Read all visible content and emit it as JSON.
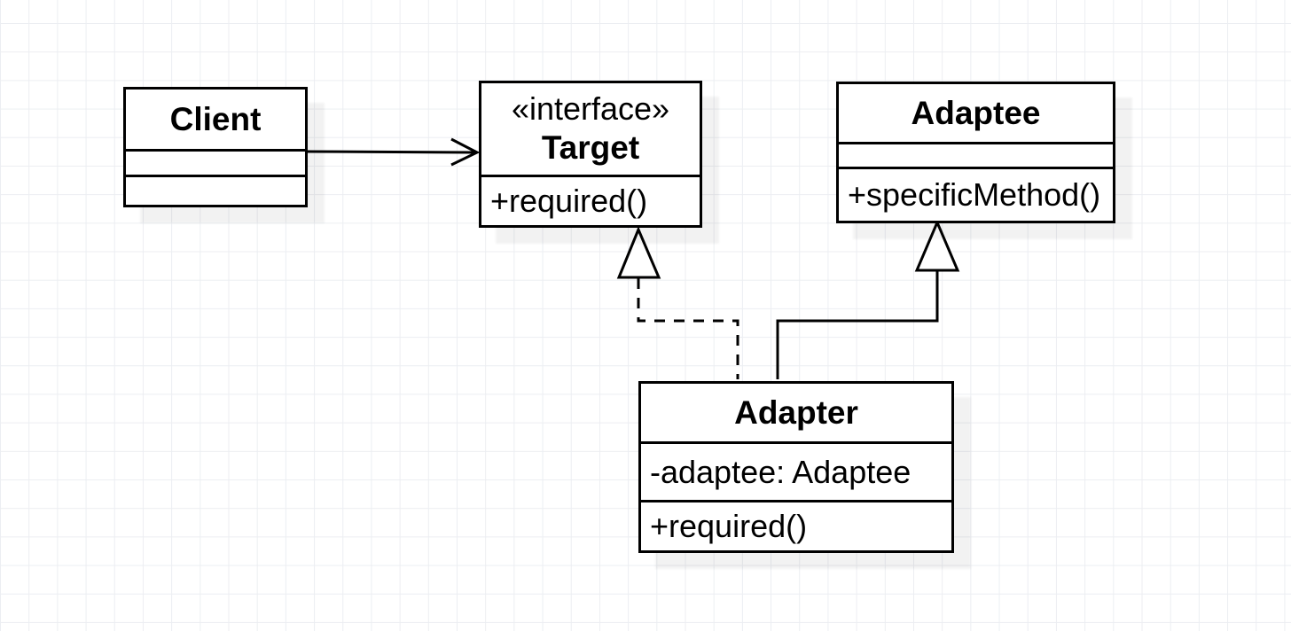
{
  "diagram": {
    "kind": "uml-class-diagram",
    "pattern": "Adapter"
  },
  "canvas": {
    "background_color": "#ffffff",
    "grid_color": "#eceef2",
    "stroke_color": "#000000",
    "shape_fill_color": "#ffffff"
  },
  "classes": {
    "client": {
      "name": "Client",
      "attributes": [],
      "methods": []
    },
    "target": {
      "stereotype": "«interface»",
      "name": "Target",
      "methods": [
        "+required()"
      ]
    },
    "adaptee": {
      "name": "Adaptee",
      "attributes": [],
      "methods": [
        "+specificMethod()"
      ]
    },
    "adapter": {
      "name": "Adapter",
      "attributes": [
        "-adaptee: Adaptee"
      ],
      "methods": [
        "+required()"
      ]
    }
  },
  "edges": [
    {
      "id": "client-to-target",
      "type": "association",
      "from": "Client",
      "to": "Target",
      "line": "solid",
      "arrowhead": "open-arrow"
    },
    {
      "id": "adapter-to-target",
      "type": "realization",
      "from": "Adapter",
      "to": "Target",
      "line": "dashed",
      "arrowhead": "hollow-triangle"
    },
    {
      "id": "adapter-to-adaptee",
      "type": "generalization",
      "from": "Adapter",
      "to": "Adaptee",
      "line": "solid",
      "arrowhead": "hollow-triangle"
    }
  ]
}
